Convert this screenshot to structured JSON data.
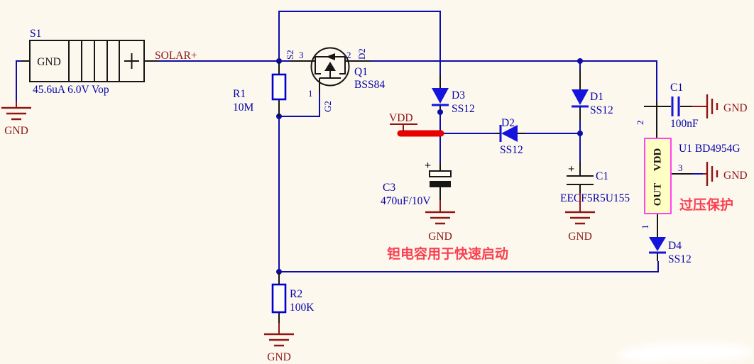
{
  "title": "solar-power-schematic",
  "nets": {
    "solar": "SOLAR+",
    "vdd": "VDD",
    "gnd": "GND"
  },
  "s1": {
    "designator": "S1",
    "cell": "GND",
    "plus": "+",
    "value": "45.6uA 6.0V Vop"
  },
  "q1": {
    "designator": "Q1",
    "value": "BSS84",
    "pin3": "3",
    "pin2": "2",
    "pin1": "1",
    "s_name": "S2",
    "d_name": "D2",
    "g_name": "G2"
  },
  "r1": {
    "designator": "R1",
    "value": "10M"
  },
  "r2": {
    "designator": "R2",
    "value": "100K"
  },
  "d1": {
    "designator": "D1",
    "value": "SS12"
  },
  "d2": {
    "designator": "D2",
    "value": "SS12"
  },
  "d3": {
    "designator": "D3",
    "value": "SS12"
  },
  "d4": {
    "designator": "D4",
    "value": "SS12"
  },
  "c1_bypass": {
    "designator": "C1",
    "value": "100nF"
  },
  "c1_storage": {
    "designator": "C1",
    "value": "EECF5R5U155",
    "plus": "+"
  },
  "c3": {
    "designator": "C3",
    "value": "470uF/10V",
    "plus": "+"
  },
  "u1": {
    "label": "U1 BD4954G",
    "pin_vdd": "VDD",
    "pin_out": "OUT",
    "pin1": "1",
    "pin2": "2",
    "pin3": "3"
  },
  "annotations": {
    "overvoltage": "过压保护",
    "startup": "钽电容用于快速启动"
  },
  "colors": {
    "background": "#fdf8ee",
    "wire_blue": "#0d0da8",
    "component_blue": "#1414dd",
    "text_blue": "#0404a8",
    "dark_red": "#8e1616",
    "annotation_red": "#fa4050",
    "highlight_red": "#e60000",
    "ic_fill": "#ffffc4",
    "ic_border": "#ff44ee",
    "pin_black": "#161616"
  }
}
